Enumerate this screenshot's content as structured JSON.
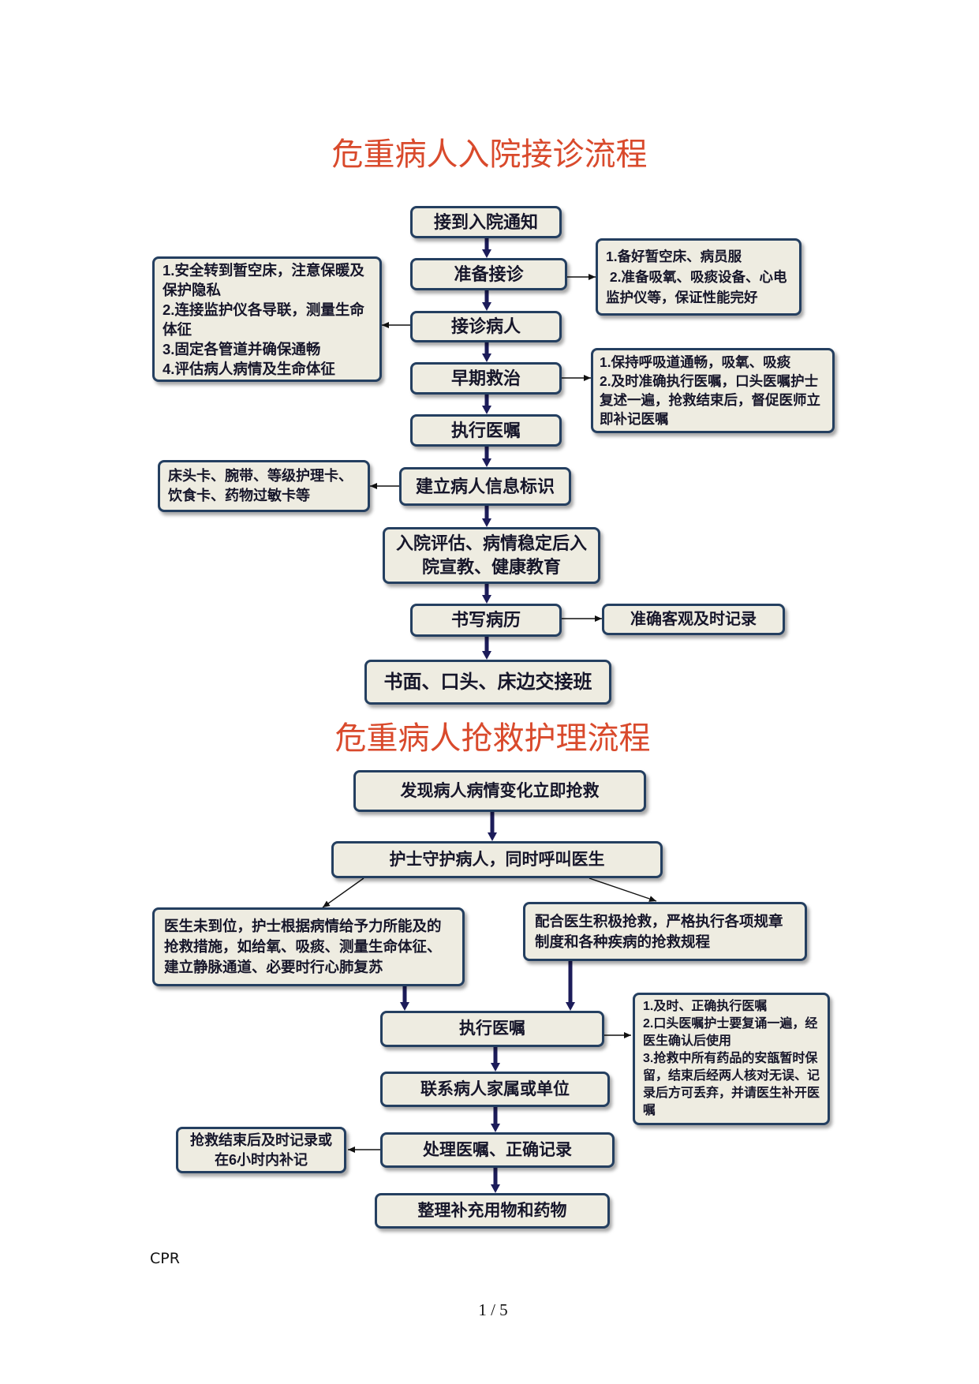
{
  "colors": {
    "title": "#d94a2c",
    "box_fill": "#eeece1",
    "box_border": "#243f60",
    "arrow": "#1c1c5a"
  },
  "flow1": {
    "title": "危重病人入院接诊流程",
    "steps": [
      "接到入院通知",
      "准备接诊",
      "接诊病人",
      "早期救治",
      "执行医嘱",
      "建立病人信息标识",
      "入院评估、病情稳定后入院宣教、健康教育",
      "书写病历",
      "书面、口头、床边交接班"
    ],
    "notes": {
      "prepare": [
        "1.备好暂空床、病员服",
        " 2.准备吸氧、吸痰设备、心电监护仪等，保证性能完好"
      ],
      "receive": [
        "1.安全转到暂空床，注意保暖及保护隐私",
        "2.连接监护仪各导联，测量生命体征",
        "3.固定各管道并确保通畅",
        "4.评估病人病情及生命体征"
      ],
      "early_rescue": [
        "1.保持呼吸道通畅，吸氧、吸痰",
        "2.及时准确执行医嘱，口头医嘱护士复述一遍，抢救结束后，督促医师立即补记医嘱"
      ],
      "identification": "床头卡、腕带、等级护理卡、饮食卡、药物过敏卡等",
      "records": "准确客观及时记录"
    }
  },
  "flow2": {
    "title": "危重病人抢救护理流程",
    "start": "发现病人病情变化立即抢救",
    "nurse_guard": "护士守护病人，同时呼叫医生",
    "doctor_absent": "医生未到位，护士根据病情给予力所能及的抢救措施，如给氧、吸痰、测量生命体征、建立静脉通道、必要时行心肺复苏",
    "doctor_present": "配合医生积极抢救，严格执行各项规章制度和各种疾病的抢救规程",
    "steps": [
      "执行医嘱",
      "联系病人家属或单位",
      "处理医嘱、正确记录",
      "整理补充用物和药物"
    ],
    "notes": {
      "orders": [
        "1.及时、正确执行医嘱",
        "2.口头医嘱护士要复诵一遍，经医生确认后使用",
        "3.抢救中所有药品的安瓿暂时保留，结束后经两人核对无误、记录后方可丢弃，并请医生补开医嘱"
      ],
      "records": "抢救结束后及时记录或在6小时内补记"
    }
  },
  "document": {
    "footer_note": "CPR",
    "page_number": "1 / 5"
  }
}
